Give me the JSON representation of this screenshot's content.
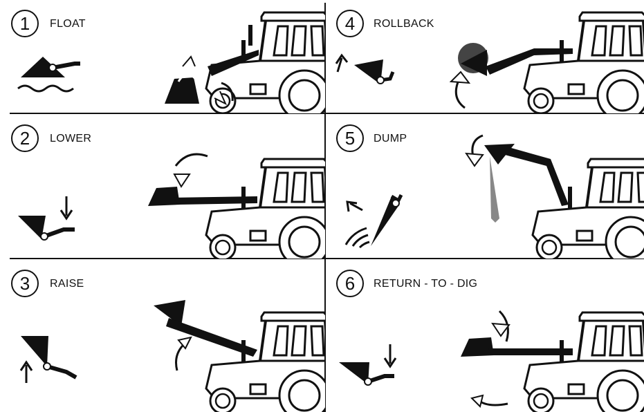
{
  "steps": [
    {
      "number": "1",
      "label": "FLOAT"
    },
    {
      "number": "2",
      "label": "LOWER"
    },
    {
      "number": "3",
      "label": "RAISE"
    },
    {
      "number": "4",
      "label": "ROLLBACK"
    },
    {
      "number": "5",
      "label": "DUMP"
    },
    {
      "number": "6",
      "label": "RETURN - TO - DIG"
    }
  ]
}
